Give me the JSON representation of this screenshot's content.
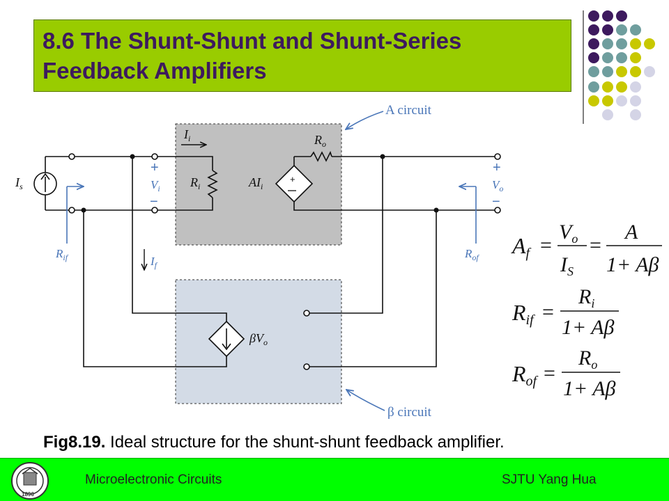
{
  "slide": {
    "title_line1": "8.6 The Shunt-Shunt and Shunt-Series",
    "title_line2": "Feedback Amplifiers",
    "caption_bold": "Fig8.19.",
    "caption_text": " Ideal structure for the shunt-shunt feedback amplifier.",
    "footer_left": "Microelectronic Circuits",
    "footer_right": "SJTU  Yang Hua",
    "logo_year": "1896"
  },
  "diagram": {
    "a_circuit_label": "A circuit",
    "beta_circuit_label": "β circuit",
    "labels": {
      "Ii": "I",
      "Ii_sub": "i",
      "Ro": "R",
      "Ro_sub": "o",
      "Ri": "R",
      "Ri_sub": "i",
      "AIi": "AI",
      "AIi_sub": "i",
      "Is": "I",
      "Is_sub": "s",
      "Vi": "V",
      "Vi_sub": "i",
      "Vo": "V",
      "Vo_sub": "o",
      "Rif": "R",
      "Rif_sub": "if",
      "Rof": "R",
      "Rof_sub": "of",
      "If": "I",
      "If_sub": "f",
      "betaVo": "βV",
      "betaVo_sub": "o",
      "plus": "+",
      "minus": "−"
    }
  },
  "equations": {
    "af": {
      "lhs": "A",
      "lhs_sub": "f",
      "num1": "V",
      "num1_sub": "o",
      "den1": "I",
      "den1_sub": "S",
      "num2": "A",
      "den2": "1+ Aβ"
    },
    "rif": {
      "lhs": "R",
      "lhs_sub": "if",
      "num": "R",
      "num_sub": "i",
      "den": "1+ Aβ"
    },
    "rof": {
      "lhs": "R",
      "lhs_sub": "of",
      "num": "R",
      "num_sub": "o",
      "den": "1+ Aβ"
    }
  },
  "colors": {
    "title_bg": "#99cc00",
    "title_text": "#3d1a5e",
    "footer_bg": "#00ff00",
    "a_box": "#c0c0c0",
    "beta_box": "#d3dbe6",
    "arrow_blue": "#4a76b8",
    "dot_purple": "#3d1a5e",
    "dot_teal": "#6f9e9e",
    "dot_yellow": "#c8c800",
    "dot_lavender": "#d4d4e6"
  }
}
